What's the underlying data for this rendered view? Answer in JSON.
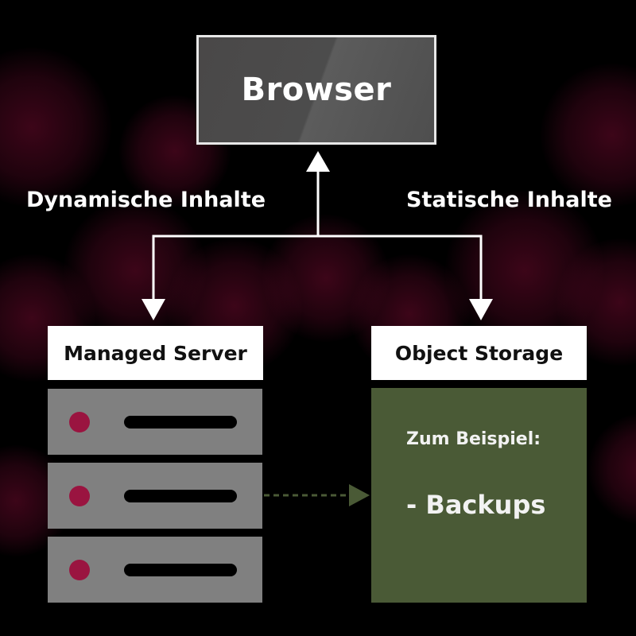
{
  "diagram": {
    "browser": {
      "label": "Browser"
    },
    "edges": {
      "left_label": "Dynamische Inhalte",
      "right_label": "Statische Inhalte"
    },
    "managed_server": {
      "label": "Managed Server",
      "units": [
        {
          "id": 1
        },
        {
          "id": 2
        },
        {
          "id": 3
        }
      ]
    },
    "object_storage": {
      "label": "Object Storage",
      "subtitle": "Zum Beispiel:",
      "items": [
        "- Backups"
      ]
    },
    "colors": {
      "background": "#000000",
      "bokeh": "#6e0a2d",
      "browser_fill": "#4c4c4c",
      "server_fill": "#808080",
      "server_led": "#9a1440",
      "storage_fill": "#4a5a36",
      "dashed_arrow": "#4a5a36",
      "arrow": "#ffffff"
    }
  }
}
